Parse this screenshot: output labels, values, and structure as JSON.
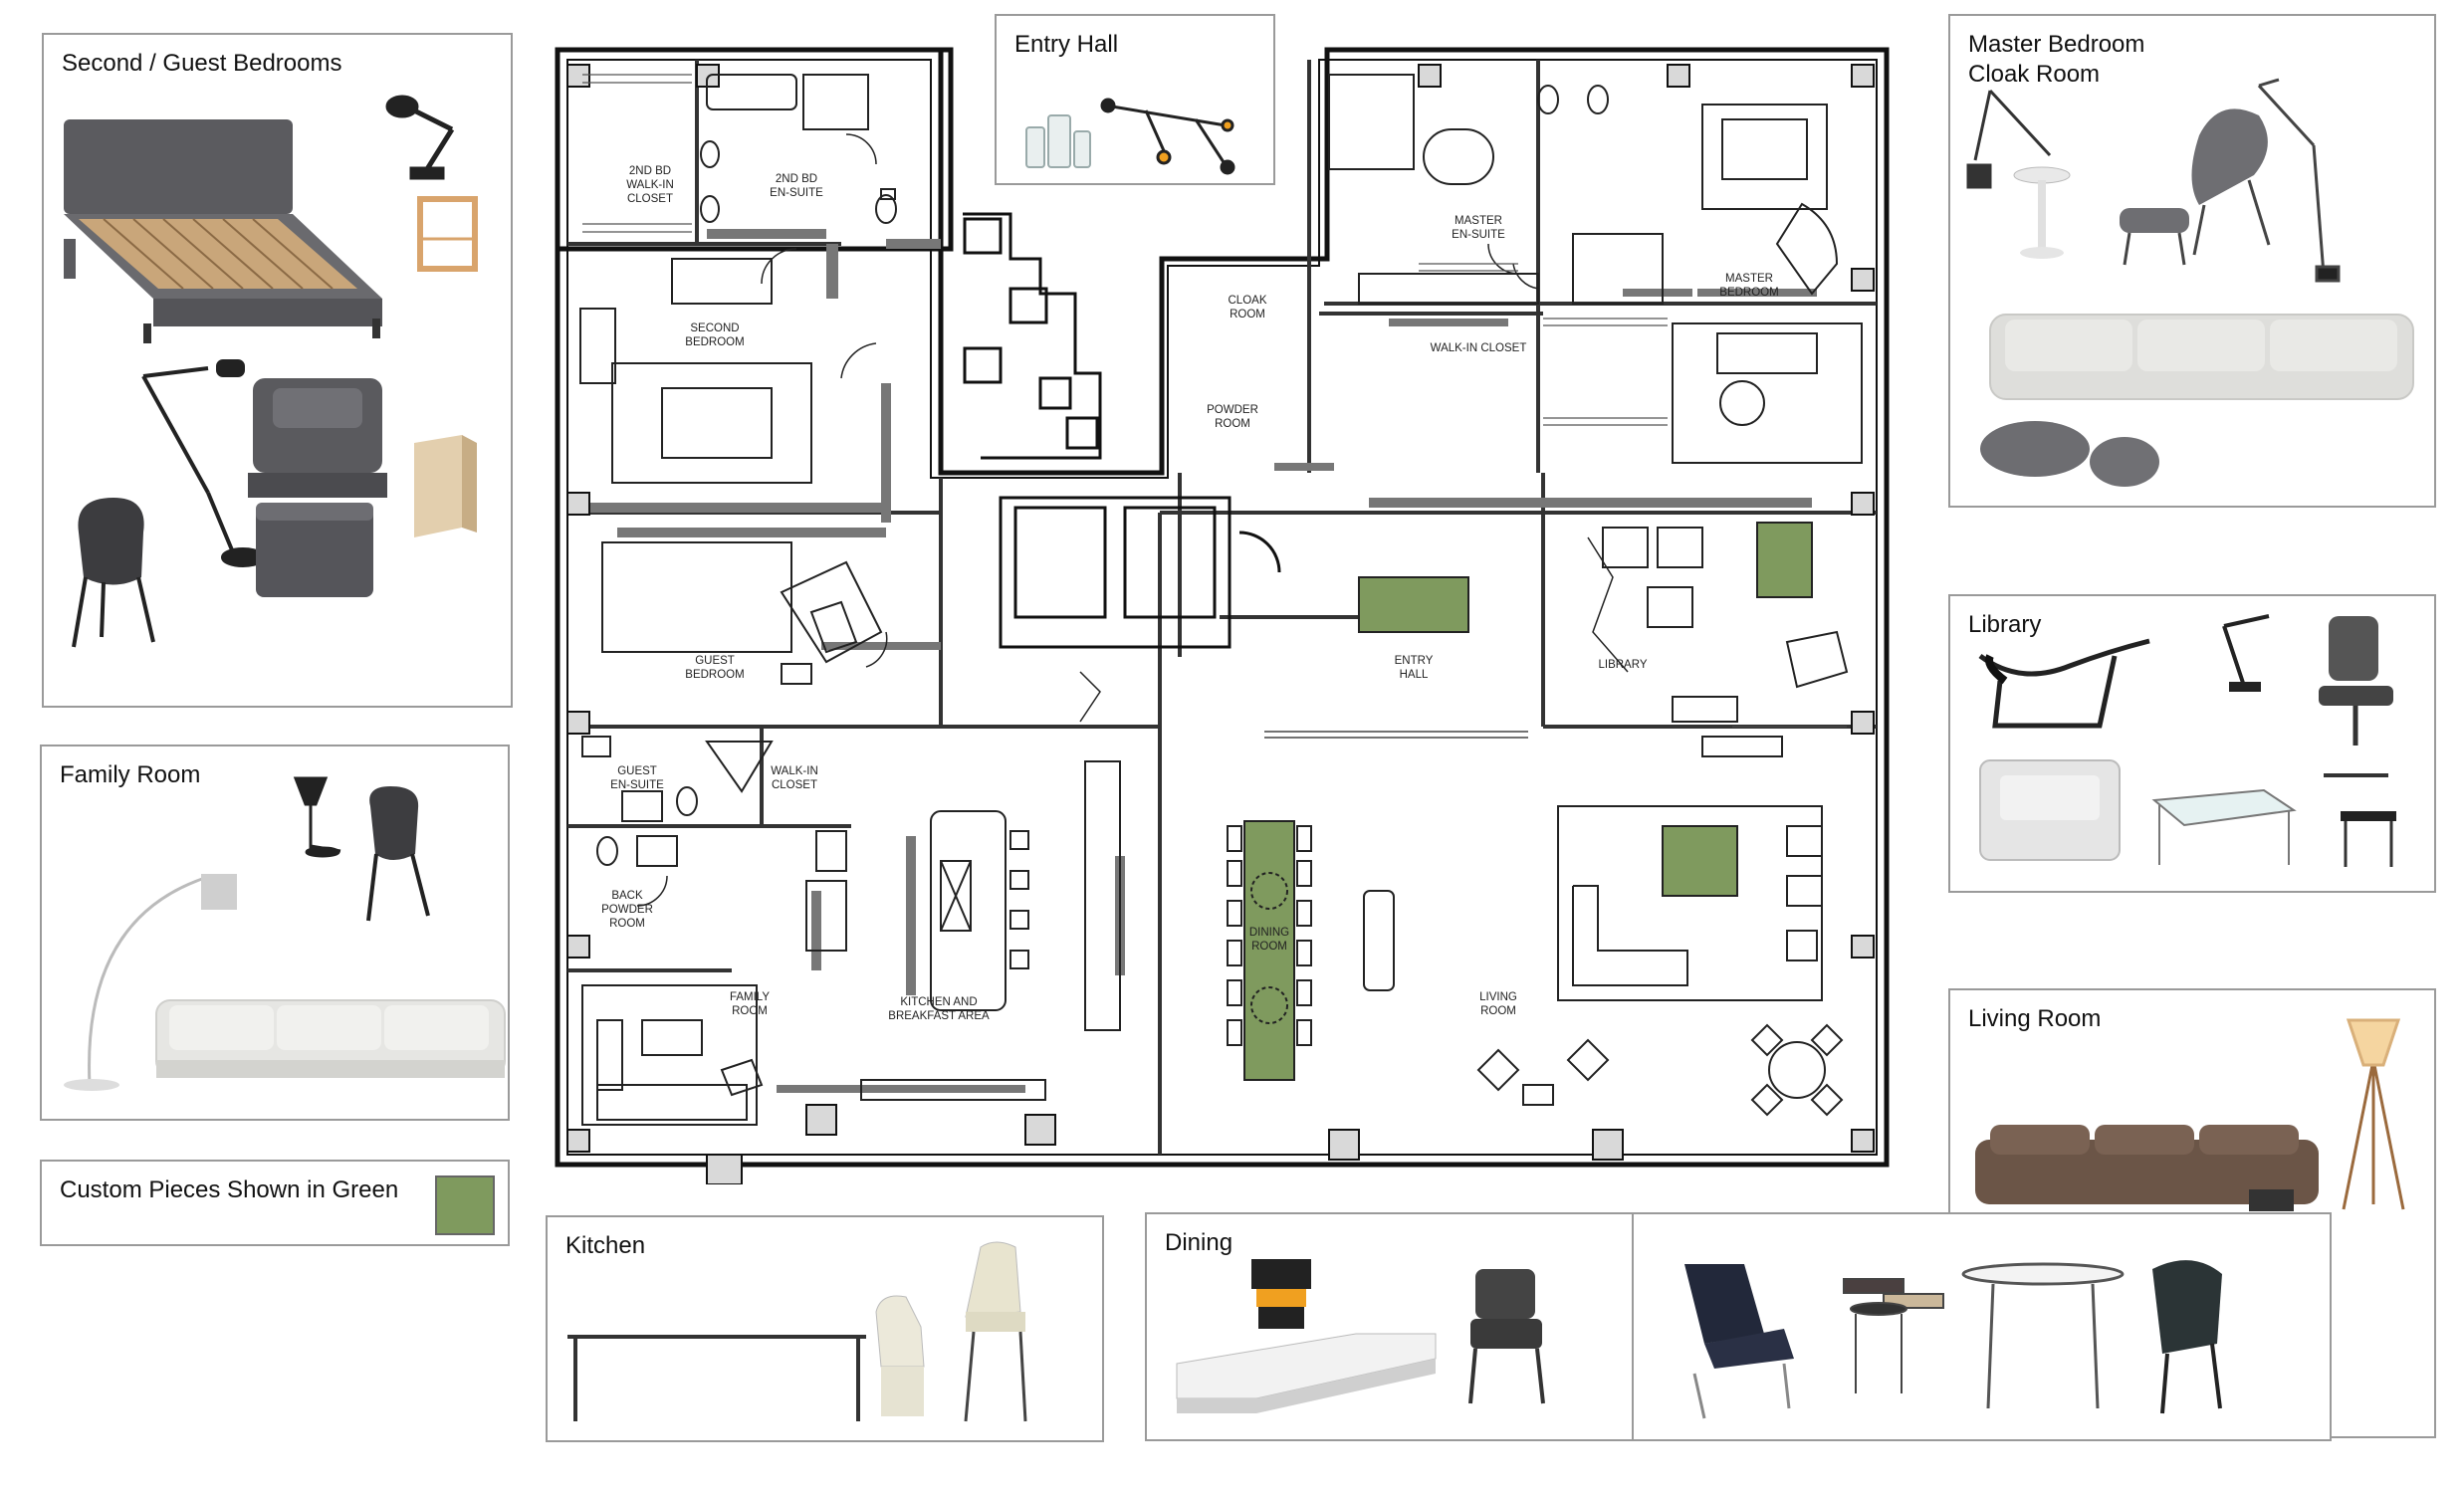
{
  "panels": {
    "second_guest": "Second / Guest Bedrooms",
    "family_room": "Family Room",
    "custom_pieces": "Custom Pieces Shown in Green",
    "entry_hall": "Entry Hall",
    "master_bedroom": "Master Bedroom\nCloak Room",
    "library": "Library",
    "living_room": "Living Room",
    "kitchen": "Kitchen",
    "dining": "Dining"
  },
  "colors": {
    "custom_green": "#7f9a5e",
    "panel_border": "#9a9a9a",
    "wall": "#111111"
  },
  "rooms": {
    "bd2_walkin": [
      "2ND BD",
      "WALK-IN",
      "CLOSET"
    ],
    "bd2_ensuite": [
      "2ND BD",
      "EN-SUITE"
    ],
    "second_bedroom": [
      "SECOND",
      "BEDROOM"
    ],
    "guest_bedroom": [
      "GUEST",
      "BEDROOM"
    ],
    "guest_ensuite": [
      "GUEST",
      "EN-SUITE"
    ],
    "walkin_closet_guest": [
      "WALK-IN",
      "CLOSET"
    ],
    "back_powder": [
      "BACK",
      "POWDER",
      "ROOM"
    ],
    "family_room": [
      "FAMILY",
      "ROOM"
    ],
    "kitchen": [
      "KITCHEN AND",
      "BREAKFAST AREA"
    ],
    "cloak_room": [
      "CLOAK",
      "ROOM"
    ],
    "powder_room": [
      "POWDER",
      "ROOM"
    ],
    "master_ensuite": [
      "MASTER",
      "EN-SUITE"
    ],
    "walkin_closet_master": [
      "WALK-IN CLOSET"
    ],
    "master_bedroom": [
      "MASTER",
      "BEDROOM"
    ],
    "entry_hall": [
      "ENTRY",
      "HALL"
    ],
    "library": [
      "LIBRARY"
    ],
    "dining_room": [
      "DINING",
      "ROOM"
    ],
    "living_room": [
      "LIVING",
      "ROOM"
    ]
  }
}
